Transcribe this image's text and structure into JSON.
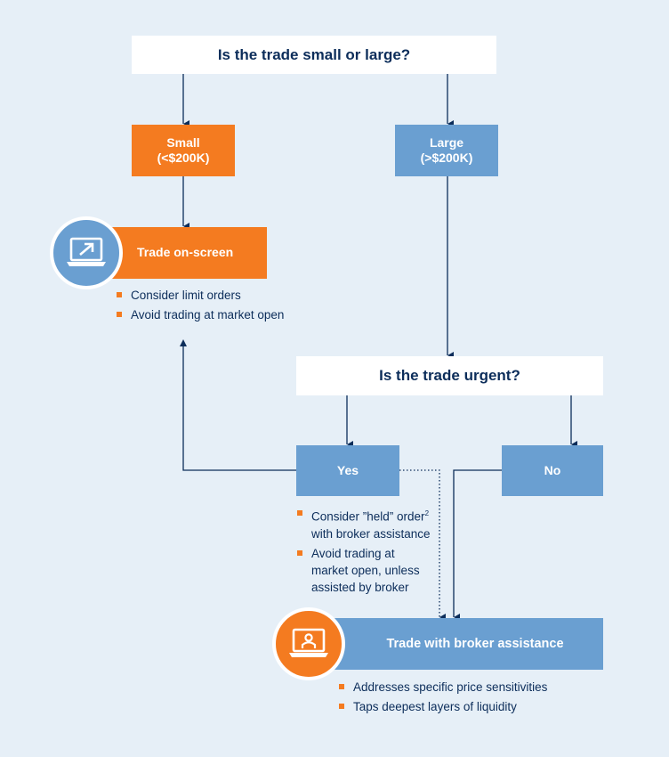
{
  "question1": "Is the trade small or large?",
  "small": {
    "line1": "Small",
    "line2": "(<$200K)"
  },
  "large": {
    "line1": "Large",
    "line2": "(>$200K)"
  },
  "trade_on_screen": {
    "label": "Trade on-screen",
    "icon": "laptop-arrow-icon",
    "bullets": [
      "Consider limit orders",
      "Avoid trading at market open"
    ]
  },
  "question2": "Is the trade urgent?",
  "yes": "Yes",
  "no": "No",
  "yes_bullets": {
    "b1_line1": "Consider ”held” order",
    "b1_sup": "2",
    "b1_line2": "with broker assistance",
    "b2_line1": "Avoid trading at",
    "b2_line2": "market open, unless",
    "b2_line3": "assisted by broker"
  },
  "trade_broker": {
    "label": "Trade with broker assistance",
    "icon": "laptop-person-icon",
    "bullets": [
      "Addresses specific price sensitivities",
      "Taps deepest layers of liquidity"
    ]
  },
  "colors": {
    "navy": "#0c2d5a",
    "orange": "#f47b20",
    "blue": "#6a9fd1",
    "background": "#e6eff7"
  }
}
